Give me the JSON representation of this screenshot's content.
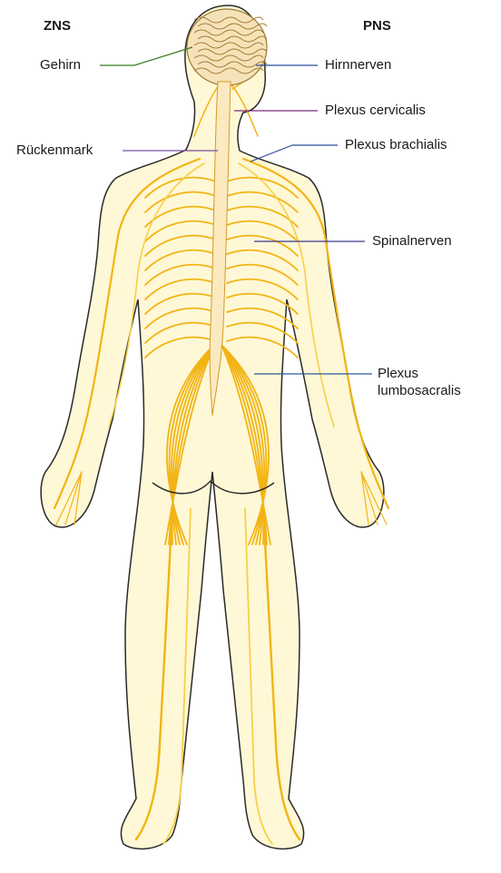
{
  "headers": {
    "left": "ZNS",
    "right": "PNS"
  },
  "labels": {
    "gehirn": "Gehirn",
    "rueckenmark": "Rückenmark",
    "hirnnerven": "Hirnnerven",
    "plexus_cervicalis": "Plexus cervicalis",
    "plexus_brachialis": "Plexus brachialis",
    "spinalnerven": "Spinalnerven",
    "plexus_lumbosacralis_1": "Plexus",
    "plexus_lumbosacralis_2": "lumbosacralis"
  },
  "colors": {
    "nerve": "#f2b415",
    "nerve_light": "#f7cf4a",
    "body_fill": "#fff8d6",
    "outline": "#2a2a2a",
    "brain_fill": "#f6e2b8",
    "spine_fill": "#fbe9c0",
    "leader_zns_gehirn": "#3f7d2a",
    "leader_zns_rueckenmark": "#7b4fa0",
    "leader_pns_hirnnerven": "#2c4a9c",
    "leader_pns_cervicalis": "#7a2b7a",
    "leader_pns_brachialis": "#2c4a9c",
    "leader_pns_spinal": "#3a3a8a",
    "leader_pns_lumbo": "#2c5a9c"
  }
}
